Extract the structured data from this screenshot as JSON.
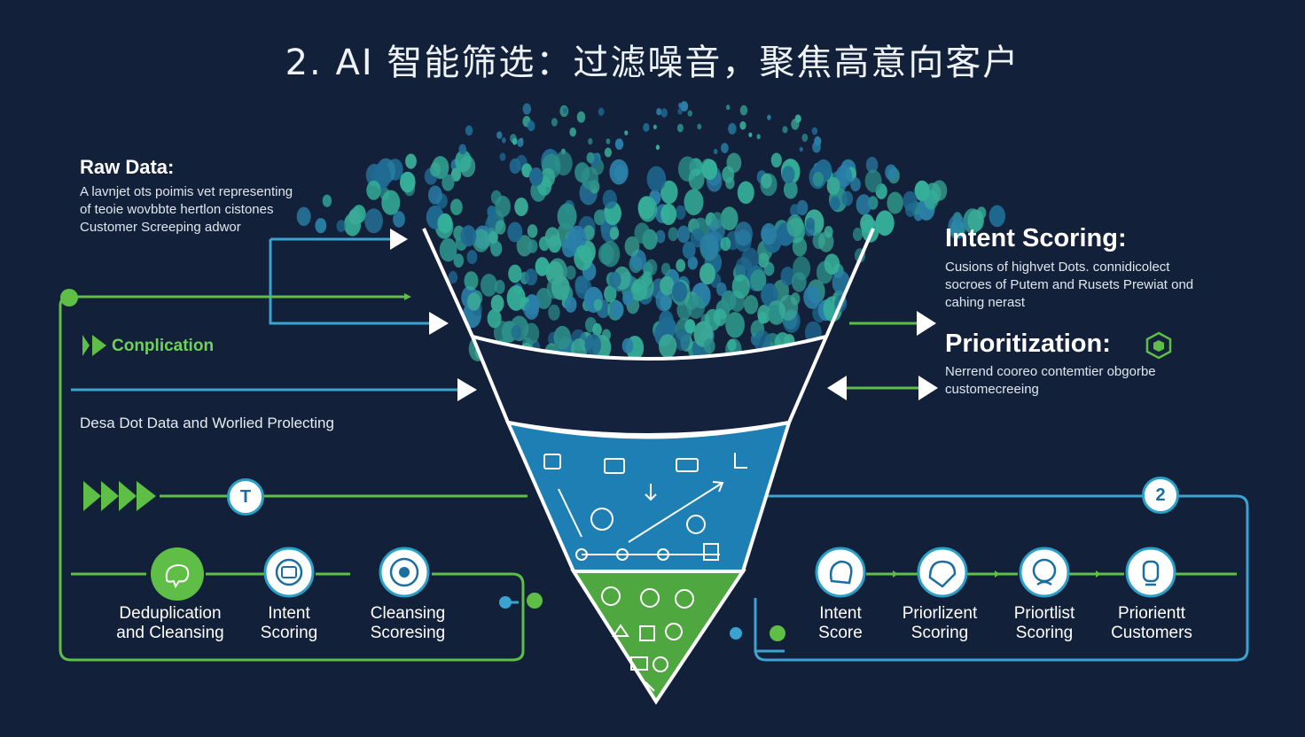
{
  "title": "2. AI 智能筛选：过滤噪音，聚焦高意向客户",
  "raw_data": {
    "heading": "Raw Data:",
    "lines": [
      "A lavnjet ots poimis vet representing",
      "of teoie wovbbte hertlon cistones",
      "Customer Screeping adwor"
    ]
  },
  "left_labels": {
    "complication": "Conplication",
    "processing": "Desa Dot Data and Worlied Prolecting",
    "badge": "T"
  },
  "right_text": {
    "intent_heading": "Intent Scoring:",
    "intent_lines": [
      "Cusions of highvet Dots. connidicolect",
      "socroes of Putem and Rusets Prewiat ond",
      "cahing nerast"
    ],
    "prior_heading": "Prioritization:",
    "prior_lines": [
      "Nerrend cooreo contemtier obgorbe",
      "customecreeing"
    ],
    "badge": "2"
  },
  "left_steps": [
    {
      "label": "Deduplication\nand Cleansing",
      "icon": "brain-icon"
    },
    {
      "label": "Intent\nScoring",
      "icon": "target-icon"
    },
    {
      "label": "Cleansing\nScoresing",
      "icon": "gear-icon"
    }
  ],
  "right_steps": [
    {
      "label": "Intent\nScore",
      "icon": "head-icon"
    },
    {
      "label": "Priorlizent\nScoring",
      "icon": "gauge-icon"
    },
    {
      "label": "Priortlist\nScoring",
      "icon": "face-icon"
    },
    {
      "label": "Priorientt\nCustomers",
      "icon": "profile-icon"
    }
  ],
  "colors": {
    "background": "#12203a",
    "accent_blue": "#3aa3d0",
    "accent_green": "#5fbe45",
    "funnel_blue": "#1e7fb4",
    "funnel_green": "#4ea73f",
    "dots": "#2c8f8a"
  }
}
